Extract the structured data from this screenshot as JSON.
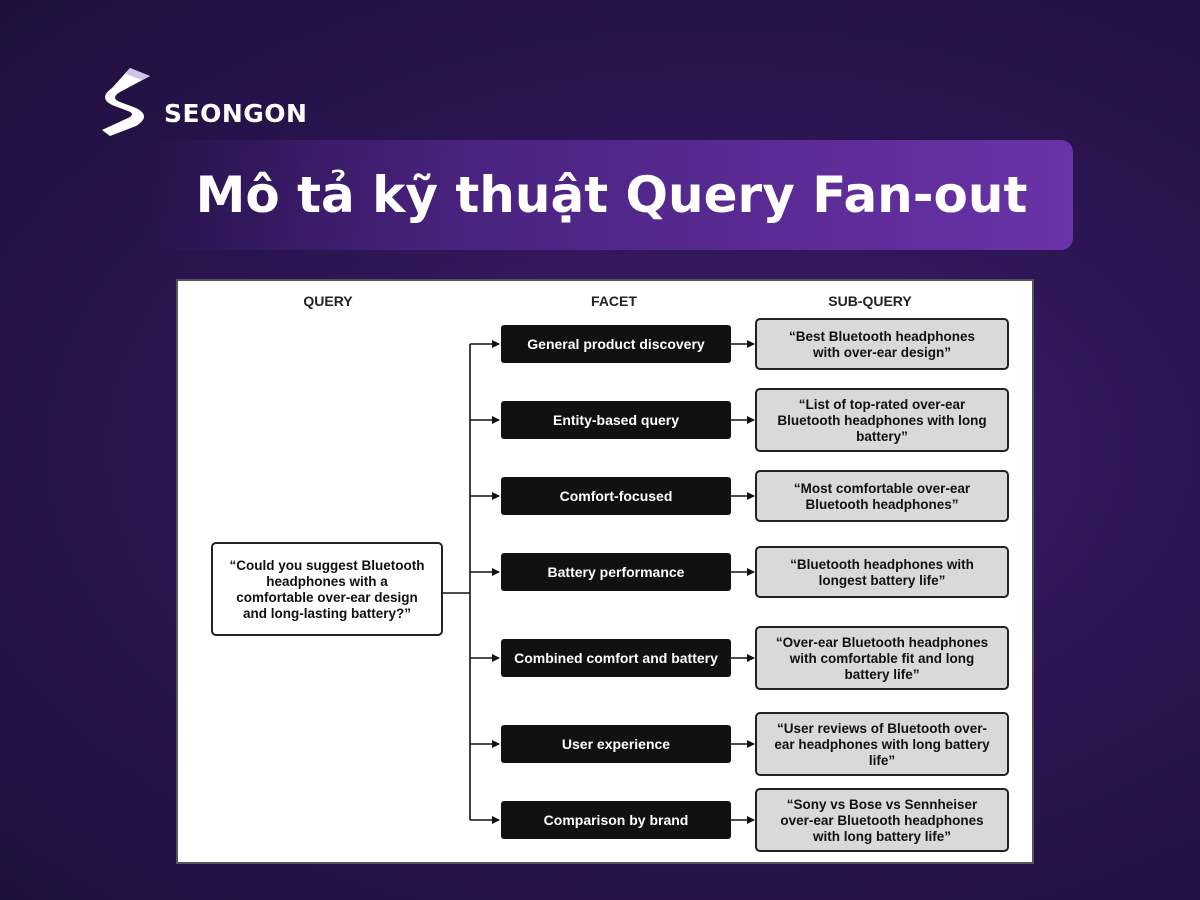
{
  "brand": {
    "name": "SEONGON",
    "logo_icon": "seongon-s-logo-icon"
  },
  "title": "Mô tả kỹ thuật Query Fan-out",
  "diagram": {
    "headers": {
      "query": "QUERY",
      "facet": "FACET",
      "subquery": "SUB-QUERY"
    },
    "query_lines": [
      "“Could you suggest Bluetooth",
      "headphones with a",
      "comfortable over-ear design",
      "and long-lasting battery?”"
    ],
    "rows": [
      {
        "facet": "General product discovery",
        "subquery_lines": [
          "“Best Bluetooth headphones",
          "with over-ear design”"
        ]
      },
      {
        "facet": "Entity-based query",
        "subquery_lines": [
          "“List of top-rated over-ear",
          "Bluetooth headphones with long",
          "battery”"
        ]
      },
      {
        "facet": "Comfort-focused",
        "subquery_lines": [
          "“Most comfortable over-ear",
          "Bluetooth headphones”"
        ]
      },
      {
        "facet": "Battery performance",
        "subquery_lines": [
          "“Bluetooth headphones with",
          "longest battery life”"
        ]
      },
      {
        "facet": "Combined comfort and battery",
        "subquery_lines": [
          "“Over-ear Bluetooth headphones",
          "with comfortable fit and long",
          "battery life”"
        ]
      },
      {
        "facet": "User experience",
        "subquery_lines": [
          "“User reviews of Bluetooth over-",
          "ear headphones with long battery",
          "life”"
        ]
      },
      {
        "facet": "Comparison by brand",
        "subquery_lines": [
          "“Sony vs Bose vs Sennheiser",
          "over-ear Bluetooth headphones",
          "with long battery life”"
        ]
      }
    ],
    "colors": {
      "facet_fill": "#111111",
      "subquery_fill": "#d9d9d9",
      "arrow": "#111111"
    }
  }
}
